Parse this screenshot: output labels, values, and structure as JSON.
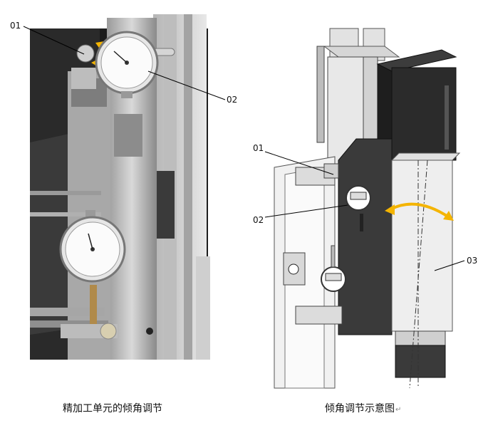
{
  "left_figure": {
    "callouts": [
      "01",
      "02"
    ],
    "caption": "精加工单元的倾角调节"
  },
  "right_figure": {
    "callouts": [
      "01",
      "02",
      "03"
    ],
    "caption": "倾角调节示意图",
    "caption_mark": "↵"
  },
  "colors": {
    "arrow": "#f4b400",
    "dark_block": "#2b2b2b",
    "metal": "#c9c9c9"
  }
}
